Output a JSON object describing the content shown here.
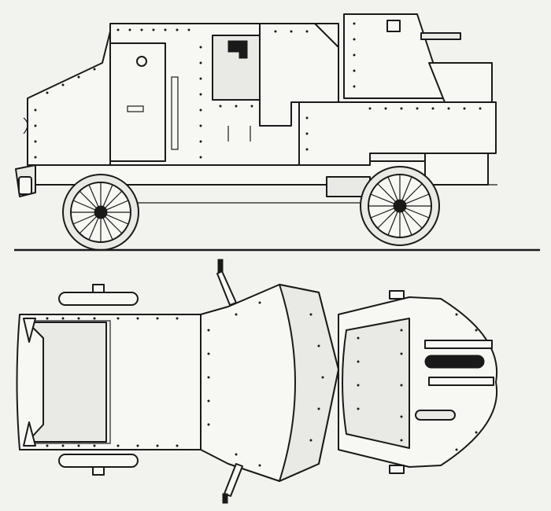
{
  "drawing": {
    "views": [
      "side-elevation",
      "top-plan"
    ],
    "style": "line-drawing",
    "colors": {
      "ink": "#1a1a1a",
      "paper": "#f2f2ef"
    }
  }
}
